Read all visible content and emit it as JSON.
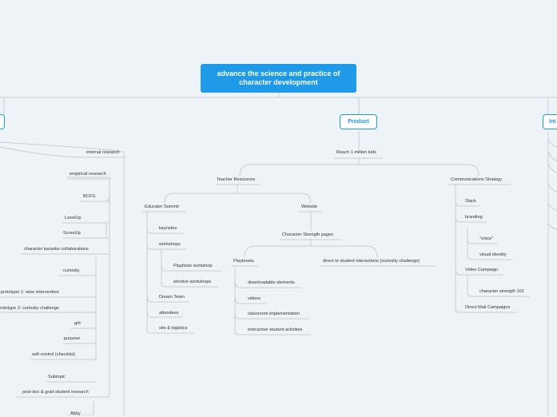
{
  "root": "advance the science and practice of character development",
  "branches": {
    "center": "Product",
    "right_partial": "Int"
  },
  "left": {
    "internal_research": "internal research",
    "empirical_research": "empirical research",
    "bcfg": "BCFG",
    "levelup": "LevelUp",
    "scoreup": "ScoreUp",
    "karaoke": "character karaoke collaborations",
    "curiosity": "curiosity",
    "proto1": "prototype 1: wise intervention",
    "proto2": "rototype 2: curiosity challenge",
    "grit": "grit",
    "purpose": "purpose",
    "self_control": "self-control (checklist)",
    "subtopic": "Subtopic",
    "postdoc": "post-doc & grad student research",
    "abby": "Abby"
  },
  "product": {
    "reach": "Reach 1 million kids",
    "teacher_resources": "Teacher Resources",
    "educator_summit": "Educator Summit",
    "keynotes": "keynotes",
    "workshops": "workshops",
    "playbook_workshop": "Playbook workshop",
    "elective_workshops": "elective workshops",
    "dream_team": "Dream Team",
    "attendees": "attendees",
    "site_logistics": "site & logistics",
    "website": "Website",
    "strength_pages": "Character Strength pages",
    "playbooks": "Playbooks",
    "downloadable": "downloadable elements",
    "videos": "videos",
    "classroom": "classroom implementation",
    "interactive": "interactive student activities",
    "direct": "direct to student interactions (curiosity challenge)",
    "comms": "Communications Strategy",
    "slack": "Slack",
    "branding": "branding",
    "voice": "\"voice\"",
    "visual_identity": "visual identity",
    "video_campaign": "Video Campaign",
    "cs101": "character strength 101",
    "direct_mail": "Direct Mail Campaigns"
  }
}
